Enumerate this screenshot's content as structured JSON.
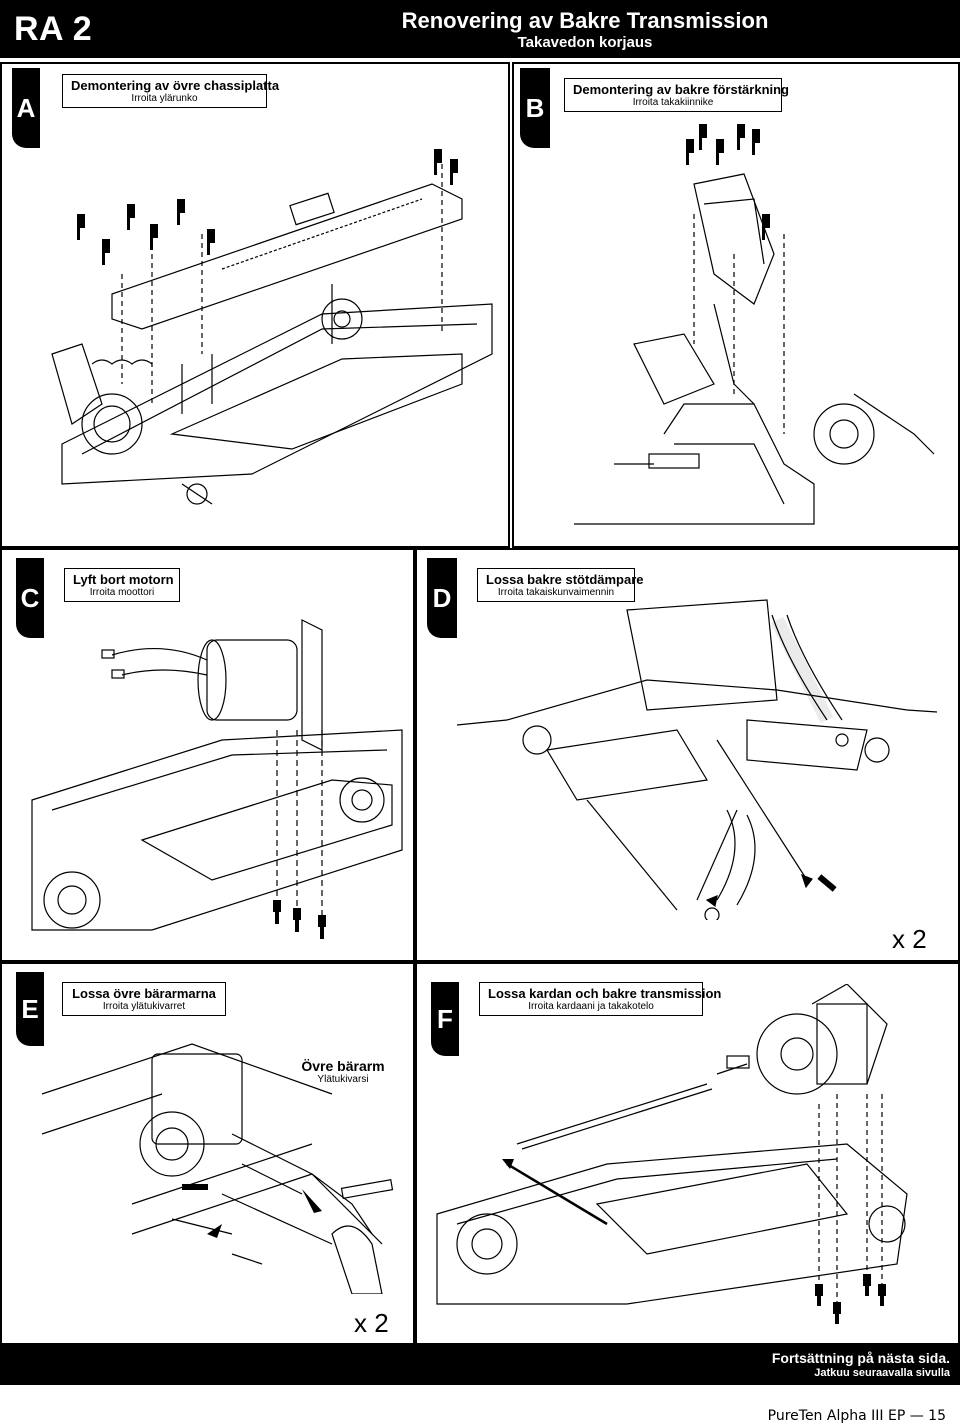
{
  "header": {
    "code": "RA 2",
    "title": "Renovering av Bakre Transmission",
    "subtitle": "Takavedon korjaus"
  },
  "panels": [
    {
      "letter": "A",
      "title_sv": "Demontering av övre chassiplatta",
      "title_fi": "Irroita ylärunko"
    },
    {
      "letter": "B",
      "title_sv": "Demontering av bakre förstärkning",
      "title_fi": "Irroita takakiinnike"
    },
    {
      "letter": "C",
      "title_sv": "Lyft bort motorn",
      "title_fi": "Irroita moottori"
    },
    {
      "letter": "D",
      "title_sv": "Lossa bakre stötdämpare",
      "title_fi": "Irroita takaiskunvaimennin",
      "multiplier": "x 2"
    },
    {
      "letter": "E",
      "title_sv": "Lossa övre bärarmarna",
      "title_fi": "Irroita ylätukivarret",
      "multiplier": "x 2",
      "callout_sv": "Övre bärarm",
      "callout_fi": "Ylätukivarsi"
    },
    {
      "letter": "F",
      "title_sv": "Lossa kardan och bakre transmission",
      "title_fi": "Irroita kardaani ja takakotelo"
    }
  ],
  "continue": {
    "sv": "Fortsättning på nästa sida.",
    "fi": "Jatkuu seuraavalla sivulla"
  },
  "footer": {
    "product": "PureTen Alpha III EP",
    "dash": "—",
    "page": "15"
  }
}
